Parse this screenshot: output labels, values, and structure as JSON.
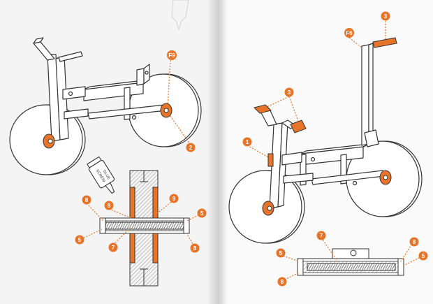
{
  "colors": {
    "accent": "#E8742A",
    "outline": "#333333",
    "page_left": "#F4F4F4",
    "page_right": "#FAFAFA"
  },
  "bottle": {
    "label_line1": "SCREW",
    "label_line2": "GLUE"
  },
  "callouts": {
    "f9": "F9",
    "c2": "2",
    "c3_right_top": "3",
    "f6": "F6",
    "c3_handlebar": "3",
    "c1": "1",
    "c8_left_a": "8",
    "c9_left_a": "9",
    "c9_left_b": "9",
    "c5_left_a": "5",
    "c5_left_b": "5",
    "c7_left": "7",
    "c8_left_b": "8",
    "c7_right": "7",
    "c5_right_a": "5",
    "c8_right_a": "8",
    "c5_right_b": "5",
    "c8_right_b": "8"
  }
}
